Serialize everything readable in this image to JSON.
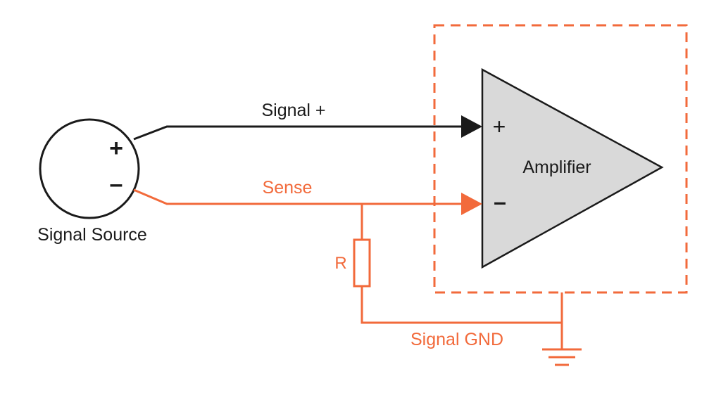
{
  "colors": {
    "accent": "#f26a3b",
    "line": "#1a1a1a",
    "amplifier_fill": "#d9d9d9",
    "background": "#ffffff"
  },
  "labels": {
    "signal_source": "Signal Source",
    "source_plus": "+",
    "source_minus": "–",
    "signal_plus": "Signal +",
    "sense": "Sense",
    "resistor": "R",
    "signal_gnd": "Signal GND",
    "amplifier": "Amplifier",
    "amp_plus": "+",
    "amp_minus": "–"
  }
}
